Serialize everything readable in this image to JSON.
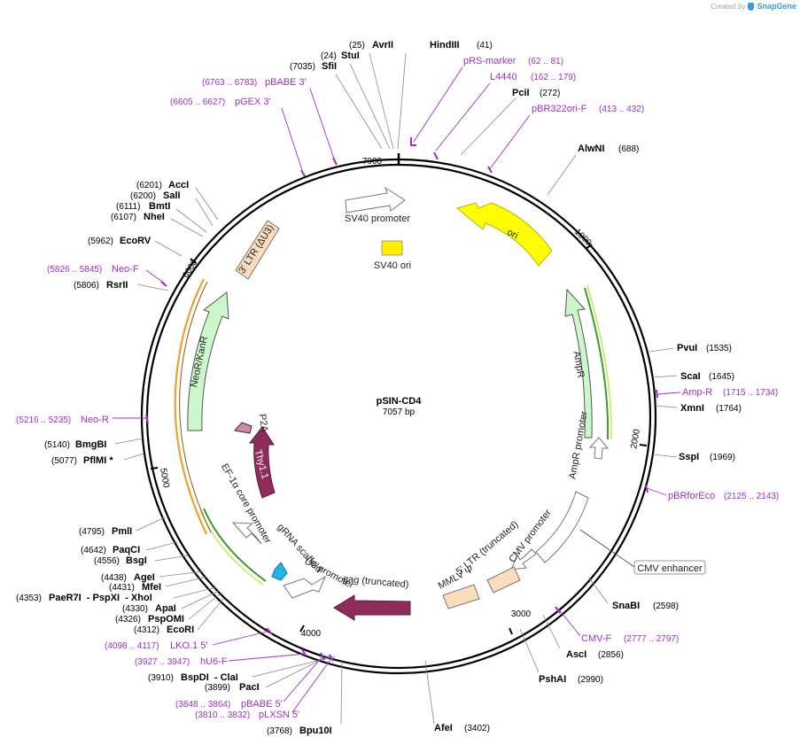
{
  "credit": {
    "prefix": "Created by",
    "brand": "SnapGene"
  },
  "plasmid": {
    "name": "pSIN-CD4",
    "length_label": "7057 bp"
  },
  "ticks": [
    "1000",
    "2000",
    "3000",
    "4000",
    "5000",
    "6000",
    "7000"
  ],
  "sites": [
    {
      "name": "AvrII",
      "pos": "(25)"
    },
    {
      "name": "HindIII",
      "pos": "(41)"
    },
    {
      "name": "StuI",
      "pos": "(24)"
    },
    {
      "name": "SfiI",
      "pos": "(7035)"
    },
    {
      "name": "PciI",
      "pos": "(272)"
    },
    {
      "name": "AlwNI",
      "pos": "(688)"
    },
    {
      "name": "AccI",
      "pos": "(6201)"
    },
    {
      "name": "SalI",
      "pos": "(6200)"
    },
    {
      "name": "BmtI",
      "pos": "(6111)"
    },
    {
      "name": "NheI",
      "pos": "(6107)"
    },
    {
      "name": "EcoRV",
      "pos": "(5962)"
    },
    {
      "name": "RsrII",
      "pos": "(5806)"
    },
    {
      "name": "PvuI",
      "pos": "(1535)"
    },
    {
      "name": "ScaI",
      "pos": "(1645)"
    },
    {
      "name": "XmnI",
      "pos": "(1764)"
    },
    {
      "name": "SspI",
      "pos": "(1969)"
    },
    {
      "name": "BmgBI",
      "pos": "(5140)"
    },
    {
      "name": "PflMI *",
      "pos": "(5077)"
    },
    {
      "name": "PmlI",
      "pos": "(4795)"
    },
    {
      "name": "PaqCI",
      "pos": "(4642)"
    },
    {
      "name": "BsgI",
      "pos": "(4556)"
    },
    {
      "name": "AgeI",
      "pos": "(4438)"
    },
    {
      "name": "MfeI",
      "pos": "(4431)"
    },
    {
      "name": "PaeR7I  - PspXI  - XhoI",
      "pos": "(4353)"
    },
    {
      "name": "ApaI",
      "pos": "(4330)"
    },
    {
      "name": "PspOMI",
      "pos": "(4326)"
    },
    {
      "name": "EcoRI",
      "pos": "(4312)"
    },
    {
      "name": "SnaBI",
      "pos": "(2598)"
    },
    {
      "name": "AscI",
      "pos": "(2856)"
    },
    {
      "name": "PshAI",
      "pos": "(2990)"
    },
    {
      "name": "AfeI",
      "pos": "(3402)"
    },
    {
      "name": "BspDI  - ClaI",
      "pos": "(3910)"
    },
    {
      "name": "PacI",
      "pos": "(3899)"
    },
    {
      "name": "Bpu10I",
      "pos": "(3768)"
    }
  ],
  "primers": [
    {
      "name": "pRS-marker",
      "pos": "(62 .. 81)"
    },
    {
      "name": "L4440",
      "pos": "(162 .. 179)"
    },
    {
      "name": "pBR322ori-F",
      "pos": "(413 .. 432)"
    },
    {
      "name": "pBABE 3'",
      "pos": "(6763 .. 6783)"
    },
    {
      "name": "pGEX 3'",
      "pos": "(6605 .. 6627)"
    },
    {
      "name": "Neo-F",
      "pos": "(5826 .. 5845)"
    },
    {
      "name": "Neo-R",
      "pos": "(5216 .. 5235)"
    },
    {
      "name": "Amp-R",
      "pos": "(1715 .. 1734)"
    },
    {
      "name": "pBRforEco",
      "pos": "(2125 .. 2143)"
    },
    {
      "name": "CMV-F",
      "pos": "(2777 .. 2797)"
    },
    {
      "name": "LKO.1 5'",
      "pos": "(4098 .. 4117)"
    },
    {
      "name": "hU6-F",
      "pos": "(3927 .. 3947)"
    },
    {
      "name": "pBABE 5'",
      "pos": "(3848 .. 3864)"
    },
    {
      "name": "pLXSN 5'",
      "pos": "(3810 .. 3832)"
    }
  ],
  "features": [
    {
      "name": "SV40 promoter"
    },
    {
      "name": "SV40 ori"
    },
    {
      "name": "ori"
    },
    {
      "name": "AmpR"
    },
    {
      "name": "AmpR promoter"
    },
    {
      "name": "CMV enhancer"
    },
    {
      "name": "CMV promoter"
    },
    {
      "name": "5' LTR (truncated)"
    },
    {
      "name": "MMLV Ψ"
    },
    {
      "name": "gag (truncated)"
    },
    {
      "name": "U6 promoter"
    },
    {
      "name": "gRNA scaffold"
    },
    {
      "name": "EF-1α core promoter"
    },
    {
      "name": "Thy1.1"
    },
    {
      "name": "P2A"
    },
    {
      "name": "NeoR/KanR"
    },
    {
      "name": "3' LTR (ΔU3)"
    }
  ],
  "colors": {
    "ori": "#ffff00",
    "sv40_ori": "#ffee00",
    "ampr": "#ccf7cc",
    "neor": "#ccf7cc",
    "ltr": "#fbdcbc",
    "gag": "#8e2d5b",
    "thy11": "#8e2d5b",
    "p2a": "#c98fa8",
    "u6": "#ffffff",
    "grna": "#22b5e8",
    "primer": "#9b30c8",
    "orf_green": "#3a9d2a",
    "orf_orange": "#f0a030"
  }
}
